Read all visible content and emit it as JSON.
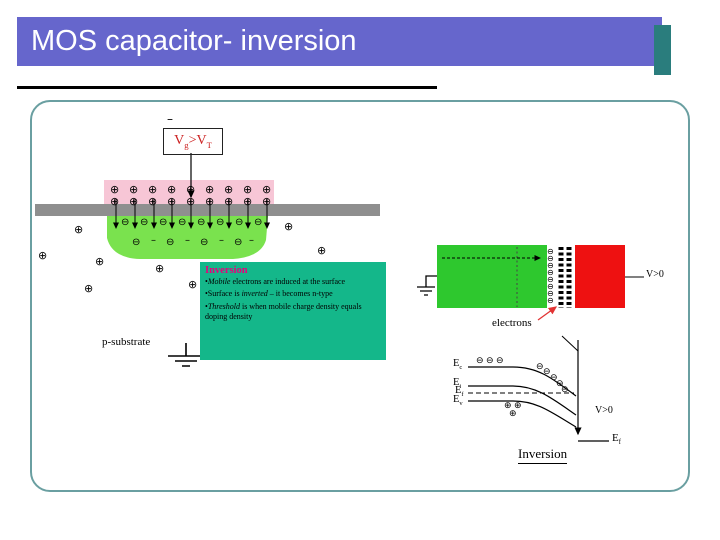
{
  "title": "MOS capacitor- inversion",
  "colors": {
    "title_bar": "#6666cc",
    "accent": "#2a7d7d",
    "underline": "#000000",
    "frame_border": "#6a9fa1",
    "gate_pink": "#f7c6d6",
    "oxide_gray": "#8f8f8f",
    "inversion_green": "#7ae24e",
    "infobox_bg": "#14b78a",
    "infobox_title": "#e8007d",
    "substrate_green": "#2ec82e",
    "metal_red": "#ee1111",
    "gate_label_red": "#cc2222",
    "electron_arrow_red": "#e23333"
  },
  "symbols": {
    "plus": "⊕",
    "minus": "⊖",
    "dash": "–"
  },
  "left_diagram": {
    "polarity_mark": "–",
    "gate_voltage": {
      "base1": "V",
      "sub1": "g",
      "gt": ">",
      "base2": "V",
      "sub2": "T"
    },
    "substrate_label": "p-substrate",
    "infobox": {
      "title": "Inversion",
      "bullets": [
        {
          "lead": "•",
          "italic": "Mobile",
          "rest": " electrons are induced at the surface"
        },
        {
          "lead": "•Surface is ",
          "italic": "inverted",
          "rest": " – it becomes n-type"
        },
        {
          "lead": "•",
          "italic": "Threshold",
          "rest": " is when mobile charge density equals doping density"
        }
      ]
    }
  },
  "right_top": {
    "voltage_label": "V>0",
    "electrons_label": "electrons"
  },
  "right_bottom": {
    "band_labels": [
      {
        "base": "E",
        "sub": "c"
      },
      {
        "base": "E",
        "sub": "i"
      },
      {
        "base": "E",
        "sub": "f"
      },
      {
        "base": "E",
        "sub": "v"
      }
    ],
    "voltage_label": "V>0",
    "metal_fermi": {
      "base": "E",
      "sub": "f"
    },
    "caption": "Inversion"
  }
}
